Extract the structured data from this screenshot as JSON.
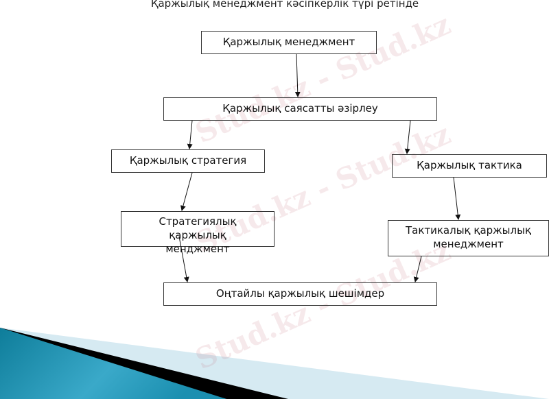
{
  "title": "Қаржылық менеджмент кәсіпкерлік түрі ретінде",
  "watermark": "Stud.kz - Stud.kz",
  "nodes": {
    "n1": "Қаржылық менеджмент",
    "n2": "Қаржылық саясатты әзірлеу",
    "n3": "Қаржылық стратегия",
    "n4": "Қаржылық тактика",
    "n5": "Стратегиялық қаржылық менджмент",
    "n6": "Тактикалық қаржылық менеджмент",
    "n7": "Оңтайлы қаржылық шешімдер"
  },
  "edges": [
    [
      "n1",
      "n2"
    ],
    [
      "n2",
      "n3"
    ],
    [
      "n2",
      "n4"
    ],
    [
      "n3",
      "n5"
    ],
    [
      "n4",
      "n6"
    ],
    [
      "n5",
      "n7"
    ],
    [
      "n6",
      "n7"
    ]
  ],
  "colors": {
    "teal": "#1a8aa8",
    "band_light": "#d6eaf2",
    "band_dark": "#000000"
  }
}
